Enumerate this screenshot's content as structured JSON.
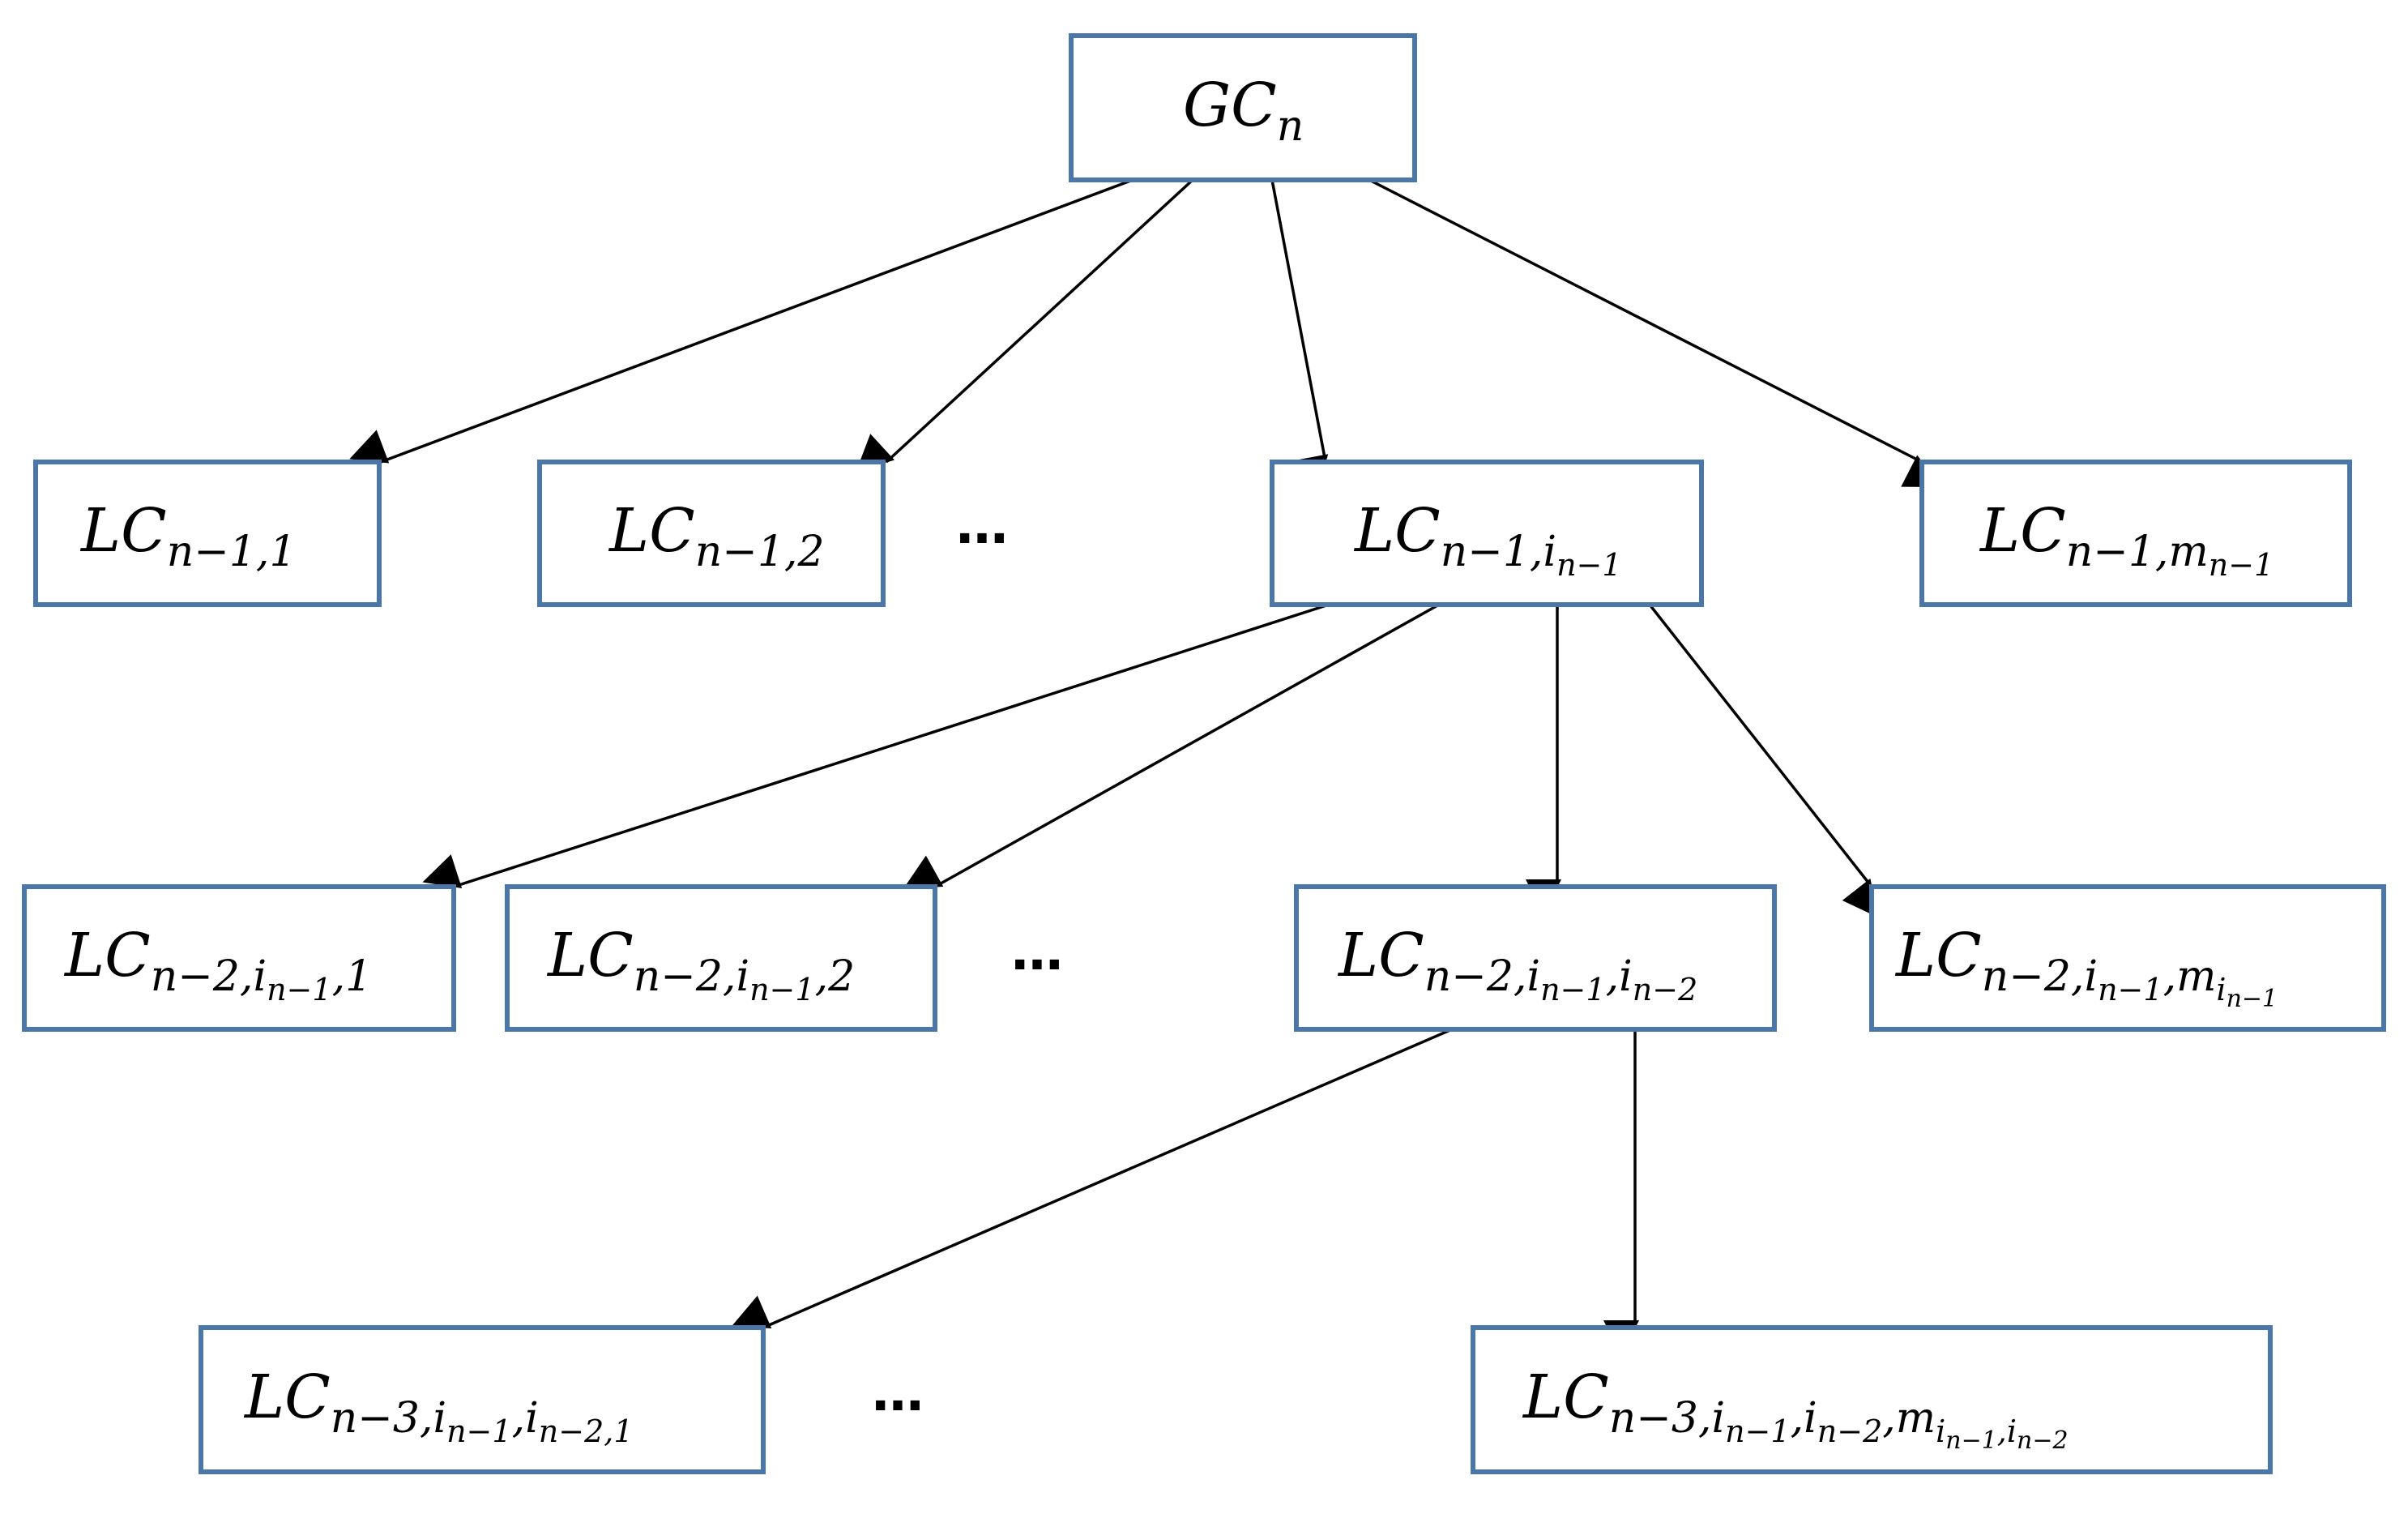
{
  "nodes": [
    {
      "id": "gc_n",
      "label": [
        [
          "main",
          "GC"
        ],
        [
          "sub1",
          "n"
        ]
      ]
    },
    {
      "id": "lc_n-1_1",
      "label": [
        [
          "main",
          "LC"
        ],
        [
          "sub1",
          "n−1,1"
        ]
      ]
    },
    {
      "id": "lc_n-1_2",
      "label": [
        [
          "main",
          "LC"
        ],
        [
          "sub1",
          "n−1,2"
        ]
      ]
    },
    {
      "id": "lc_n-1_i",
      "label": [
        [
          "main",
          "LC"
        ],
        [
          "sub1",
          "n−1,i"
        ],
        [
          "sub2",
          "n−1"
        ]
      ]
    },
    {
      "id": "lc_n-1_m",
      "label": [
        [
          "main",
          "LC"
        ],
        [
          "sub1",
          "n−1,m"
        ],
        [
          "sub2",
          "n−1"
        ]
      ]
    },
    {
      "id": "lc_n-2_1",
      "label": [
        [
          "main",
          "LC"
        ],
        [
          "sub1",
          "n−2,i"
        ],
        [
          "sub2",
          "n−1"
        ],
        [
          "sub1",
          ",1"
        ]
      ]
    },
    {
      "id": "lc_n-2_2",
      "label": [
        [
          "main",
          "LC"
        ],
        [
          "sub1",
          "n−2,i"
        ],
        [
          "sub2",
          "n−1"
        ],
        [
          "sub1",
          ",2"
        ]
      ]
    },
    {
      "id": "lc_n-2_i",
      "label": [
        [
          "main",
          "LC"
        ],
        [
          "sub1",
          "n−2,i"
        ],
        [
          "sub2",
          "n−1"
        ],
        [
          "sub1",
          ",i"
        ],
        [
          "sub2",
          "n−2"
        ]
      ]
    },
    {
      "id": "lc_n-2_m",
      "label": [
        [
          "main",
          "LC"
        ],
        [
          "sub1",
          "n−2,i"
        ],
        [
          "sub2",
          "n−1"
        ],
        [
          "sub1",
          ",m"
        ],
        [
          "sub2",
          "i"
        ],
        [
          "sub3",
          "n−1"
        ]
      ]
    },
    {
      "id": "lc_n-3_1",
      "label": [
        [
          "main",
          "LC"
        ],
        [
          "sub1",
          "n−3,i"
        ],
        [
          "sub2",
          "n−1"
        ],
        [
          "sub1",
          ",i"
        ],
        [
          "sub2",
          "n−2,1"
        ]
      ]
    },
    {
      "id": "lc_n-3_m",
      "label": [
        [
          "main",
          "LC"
        ],
        [
          "sub1",
          "n−3,i"
        ],
        [
          "sub2",
          "n−1"
        ],
        [
          "sub1",
          ",i"
        ],
        [
          "sub2",
          "n−2"
        ],
        [
          "sub1",
          ",m"
        ],
        [
          "sub2",
          "i"
        ],
        [
          "sub3",
          "n−1"
        ],
        [
          "sub2",
          ",i"
        ],
        [
          "sub3",
          "n−2"
        ]
      ]
    }
  ],
  "edges": [
    {
      "from": "gc_n",
      "to": "lc_n-1_1"
    },
    {
      "from": "gc_n",
      "to": "lc_n-1_2"
    },
    {
      "from": "gc_n",
      "to": "lc_n-1_i"
    },
    {
      "from": "gc_n",
      "to": "lc_n-1_m"
    },
    {
      "from": "lc_n-1_i",
      "to": "lc_n-2_1"
    },
    {
      "from": "lc_n-1_i",
      "to": "lc_n-2_2"
    },
    {
      "from": "lc_n-1_i",
      "to": "lc_n-2_i"
    },
    {
      "from": "lc_n-1_i",
      "to": "lc_n-2_m"
    },
    {
      "from": "lc_n-2_i",
      "to": "lc_n-3_1"
    },
    {
      "from": "lc_n-2_i",
      "to": "lc_n-3_m"
    }
  ],
  "ellipses": [
    {
      "id": "ellipsis-level-1",
      "text": "…"
    },
    {
      "id": "ellipsis-level-2",
      "text": "…"
    },
    {
      "id": "ellipsis-level-3",
      "text": "…"
    }
  ],
  "colors": {
    "box_border": "#4a77a8",
    "edge": "#000000",
    "background": "#ffffff"
  }
}
